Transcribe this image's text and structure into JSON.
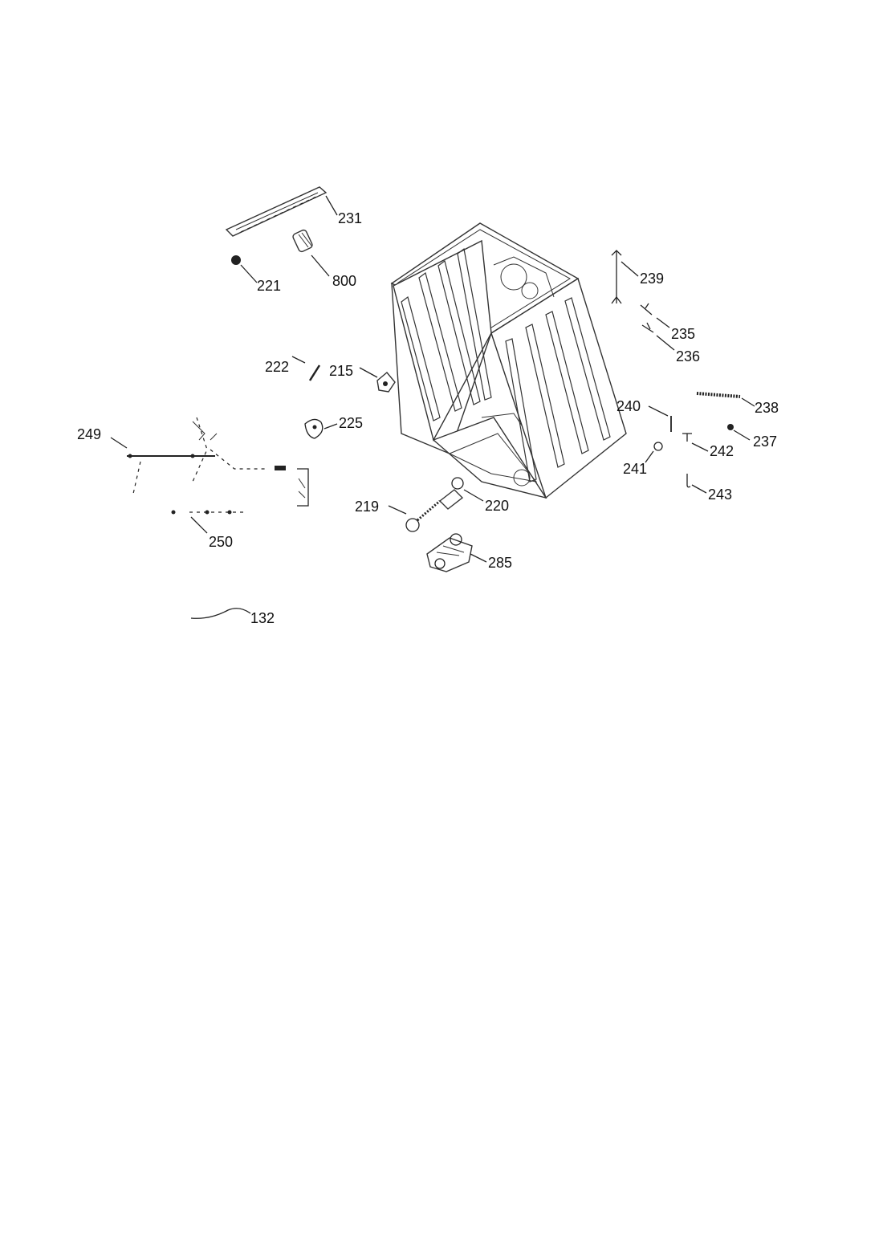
{
  "diagram": {
    "callouts": [
      {
        "id": "231",
        "text": "231"
      },
      {
        "id": "221",
        "text": "221"
      },
      {
        "id": "800",
        "text": "800"
      },
      {
        "id": "239",
        "text": "239"
      },
      {
        "id": "235",
        "text": "235"
      },
      {
        "id": "236",
        "text": "236"
      },
      {
        "id": "222",
        "text": "222"
      },
      {
        "id": "215",
        "text": "215"
      },
      {
        "id": "225",
        "text": "225"
      },
      {
        "id": "249",
        "text": "249"
      },
      {
        "id": "240",
        "text": "240"
      },
      {
        "id": "238",
        "text": "238"
      },
      {
        "id": "237",
        "text": "237"
      },
      {
        "id": "242",
        "text": "242"
      },
      {
        "id": "241",
        "text": "241"
      },
      {
        "id": "243",
        "text": "243"
      },
      {
        "id": "219",
        "text": "219"
      },
      {
        "id": "220",
        "text": "220"
      },
      {
        "id": "250",
        "text": "250"
      },
      {
        "id": "285",
        "text": "285"
      },
      {
        "id": "132",
        "text": "132"
      }
    ]
  }
}
